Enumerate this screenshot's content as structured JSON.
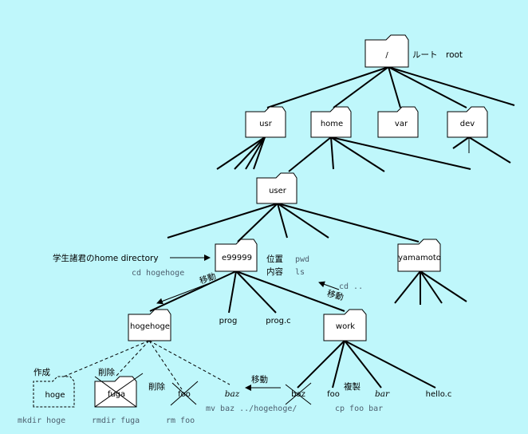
{
  "colors": {
    "background": "#bff7fb",
    "command": "#4d5f6e"
  },
  "labels": {
    "root_slash": "/",
    "root_text": "ルート　root",
    "usr": "usr",
    "home": "home",
    "var": "var",
    "dev": "dev",
    "user": "user",
    "e99999": "e99999",
    "yamamoto": "yamamoto",
    "hogehoge": "hogehoge",
    "prog": "prog",
    "progc": "prog.c",
    "work": "work",
    "hoge": "hoge",
    "fuga": "fuga",
    "foo_deleted": "foo",
    "baz_italic": "baz",
    "baz_struck": "baz",
    "foo_work": "foo",
    "bar": "bar",
    "helloc": "hello.c",
    "home_directory": "学生諸君のhome directory",
    "position": "位置",
    "contents": "内容",
    "move1": "移動",
    "move2": "移動",
    "move3": "移動",
    "create": "作成",
    "delete1": "削除",
    "delete2": "削除",
    "copy": "複製"
  },
  "commands": {
    "cd_hogehoge": "cd hogehoge",
    "pwd": "pwd",
    "ls": "ls",
    "cd_up": "cd ..",
    "mkdir_hoge": "mkdir hoge",
    "rmdir_fuga": "rmdir fuga",
    "rm_foo": "rm foo",
    "mv_baz": "mv baz ../hogehoge/",
    "cp_foo_bar": "cp foo bar"
  }
}
